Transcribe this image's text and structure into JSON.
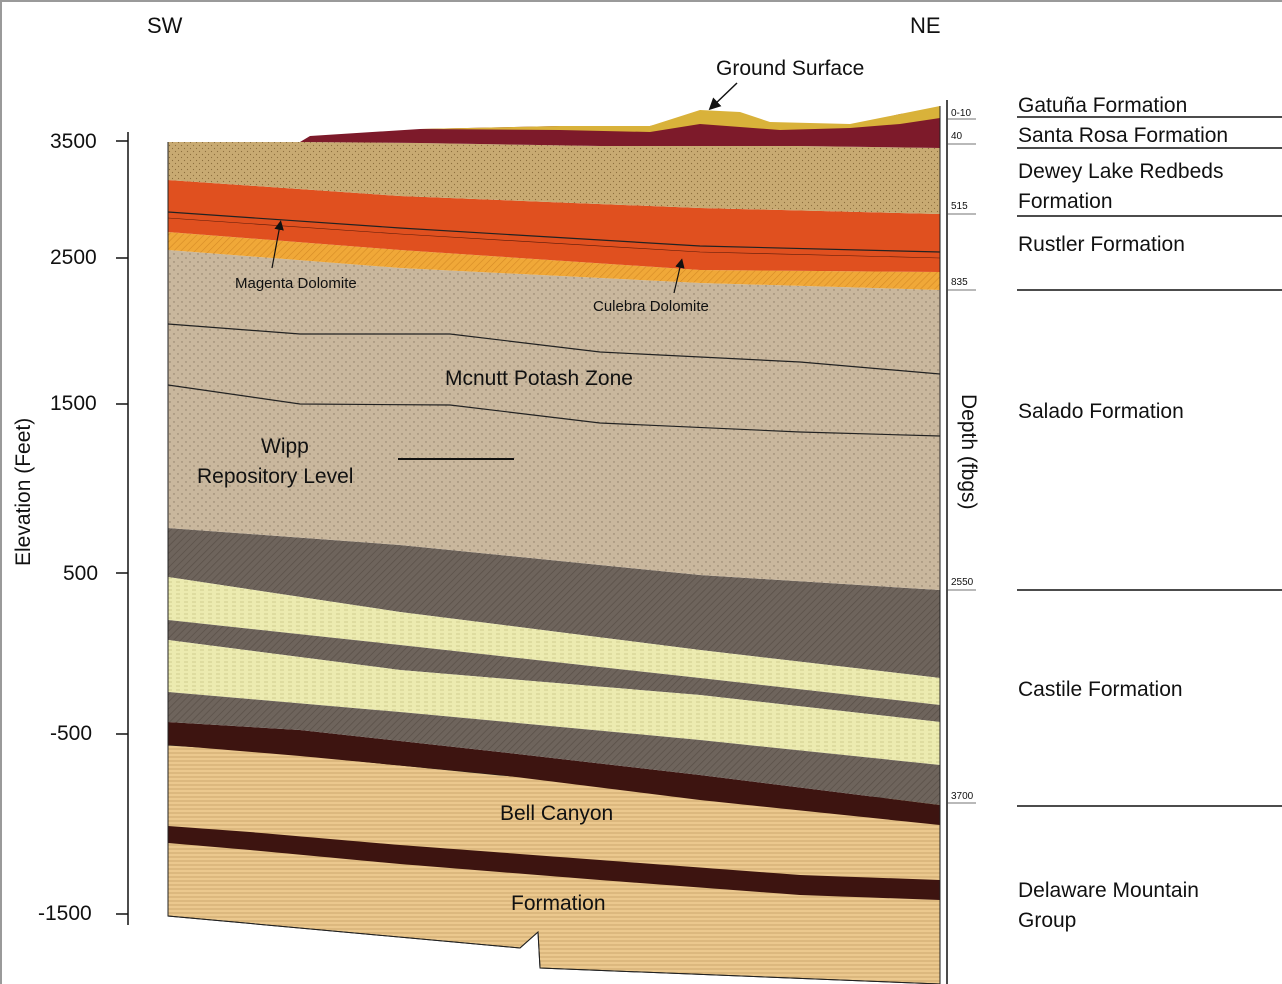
{
  "labels": {
    "sw": "SW",
    "ne": "NE",
    "ground_surface": "Ground Surface",
    "elevation_axis": "Elevation (Feet)",
    "depth_axis": "Depth (fbgs)",
    "magenta": "Magenta Dolomite",
    "culebra": "Culebra Dolomite",
    "mcnutt": "Mcnutt Potash Zone",
    "wipp_line1": "Wipp",
    "wipp_line2": "Repository Level",
    "bell_canyon": "Bell Canyon",
    "formation": "Formation"
  },
  "elevation_ticks": [
    "3500",
    "2500",
    "1500",
    "500",
    "-500",
    "-1500"
  ],
  "depth_marks": [
    "0-10",
    "40",
    "515",
    "835",
    "2550",
    "3700"
  ],
  "formations": [
    {
      "line1": "Gatuña Formation",
      "line2": ""
    },
    {
      "line1": "Santa Rosa Formation",
      "line2": ""
    },
    {
      "line1": "Dewey Lake Redbeds",
      "line2": "Formation"
    },
    {
      "line1": "Rustler Formation",
      "line2": ""
    },
    {
      "line1": "Salado Formation",
      "line2": ""
    },
    {
      "line1": "Castile Formation",
      "line2": ""
    },
    {
      "line1": "Delaware Mountain",
      "line2": "Group"
    }
  ],
  "colors": {
    "gatuna": "#d9b23a",
    "santa_rosa": "#7d1a2a",
    "dewey_lake": "#c8aa72",
    "rustler": "#e0501f",
    "culebra": "#f0a838",
    "salado": "#c9b79d",
    "castile_anhydrite": "#6e645c",
    "castile_halite": "#ecebb0",
    "dark_band": "#3d1410",
    "bell_canyon": "#ebc88e"
  }
}
